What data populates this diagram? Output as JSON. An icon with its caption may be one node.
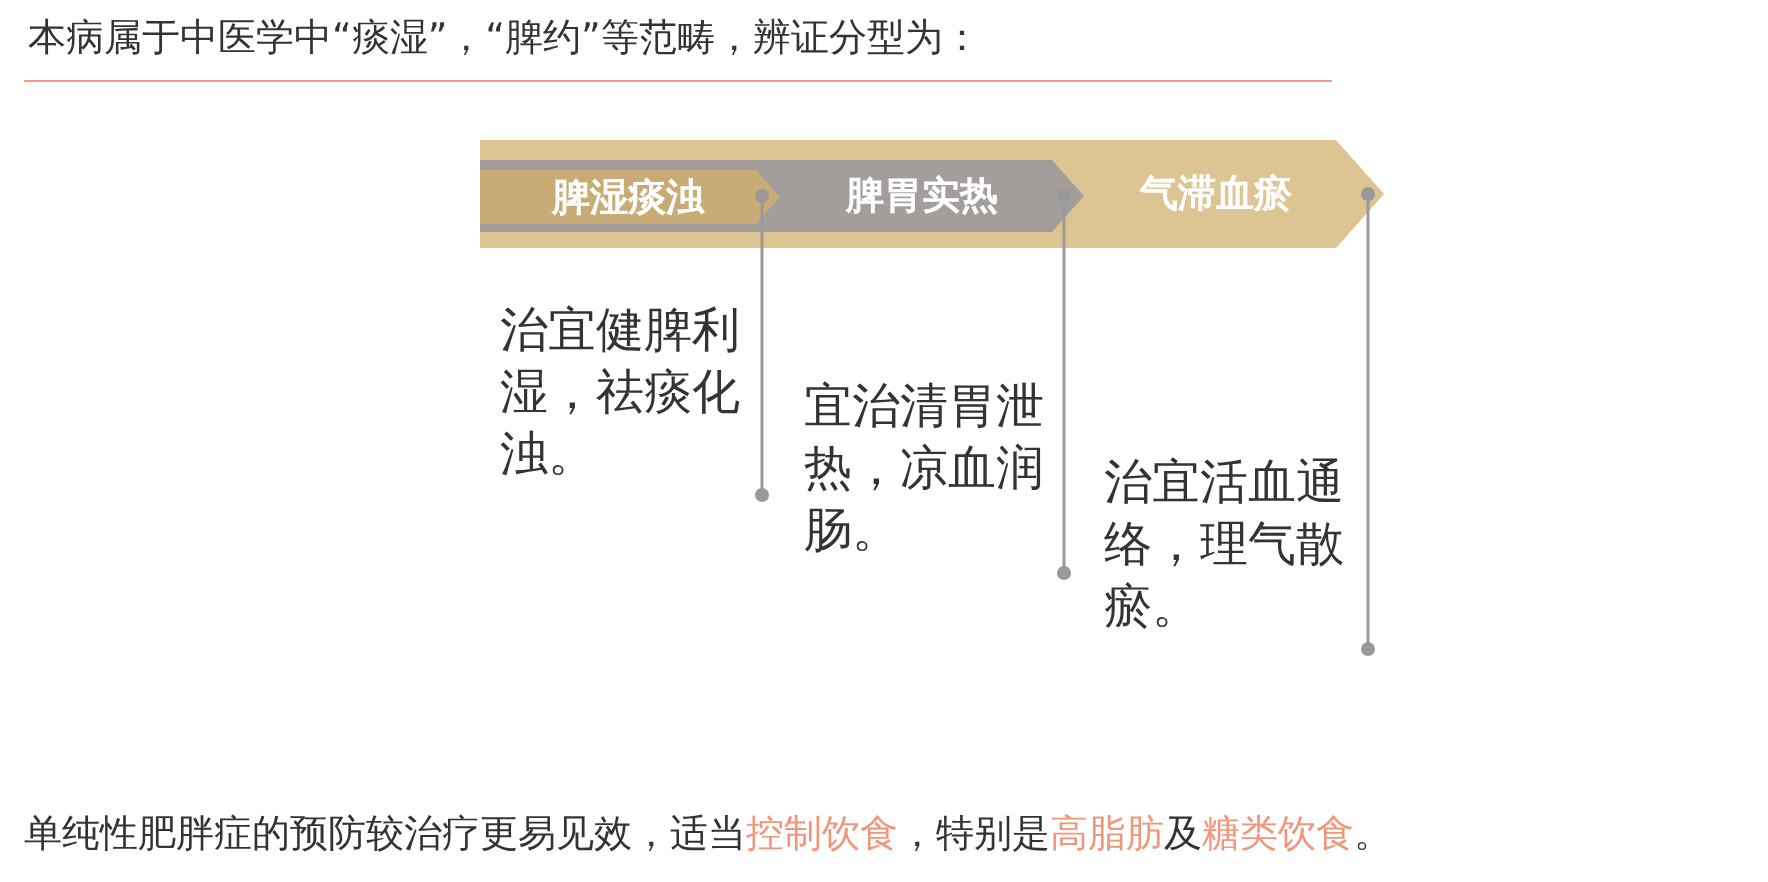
{
  "diagram": {
    "title": "本病属于中医学中“痰湿”，“脾约”等范畴，辨证分型为：",
    "nodes": [
      {
        "text": [
          "气滞血瘀"
        ]
      },
      {
        "text": [
          "脾胃实热"
        ],
        "in": 0
      },
      {
        "text": [
          "脾湿痰浊"
        ],
        "in": 1
      },
      {
        "text": [
          "治宜健脾利湿，祛痰化浊。"
        ]
      },
      {
        "text": [
          "宜治清胃泄热，凉血润肠。"
        ]
      },
      {
        "text": [
          "治宜活血通络，理气散瘀。"
        ]
      }
    ],
    "edges": [
      {
        "from": 3,
        "to": 2,
        "arrow": "other"
      },
      {
        "from": 4,
        "to": 1,
        "arrow": "other"
      },
      {
        "from": 5,
        "to": 0,
        "arrow": "other"
      }
    ],
    "labels": [
      "单纯性肥胖症的预防较治疗更易见效，适当**控制饮食**，特别是**高脂肪**及**糖类饮食**。"
    ]
  }
}
